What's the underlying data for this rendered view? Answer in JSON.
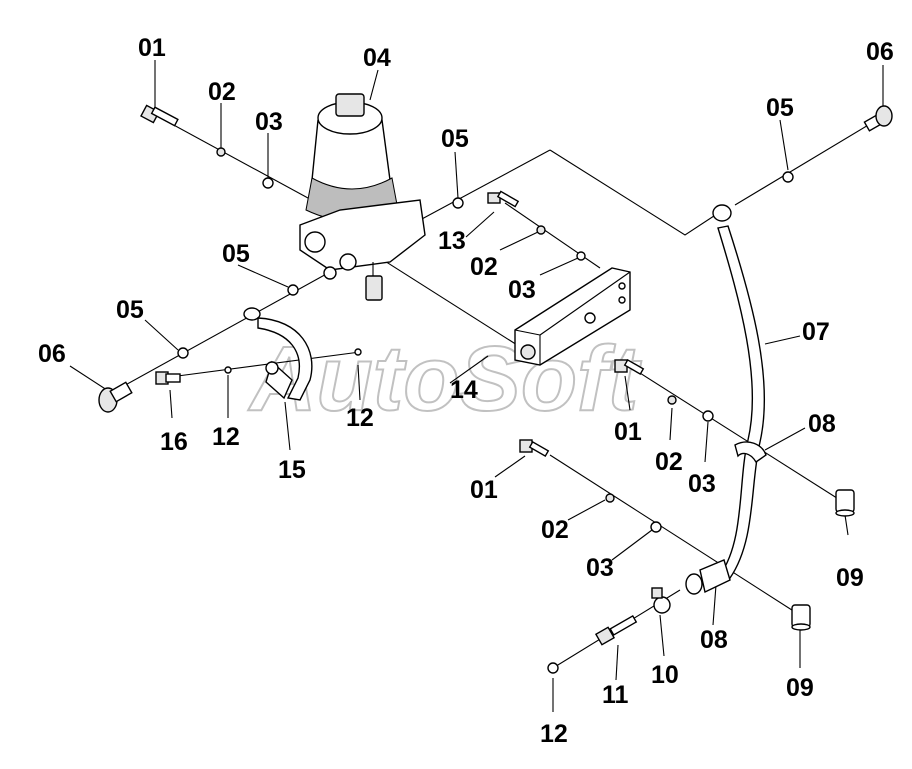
{
  "watermark": "AutoSoft",
  "labels": {
    "l01a": "01",
    "l02a": "02",
    "l03a": "03",
    "l04": "04",
    "l05a": "05",
    "l05b": "05",
    "l05c": "05",
    "l05d": "05",
    "l06a": "06",
    "l06b": "06",
    "l07": "07",
    "l13": "13",
    "l02b": "02",
    "l03b": "03",
    "l14": "14",
    "l15": "15",
    "l16": "16",
    "l12a": "12",
    "l12b": "12",
    "l01b": "01",
    "l02c": "02",
    "l03c": "03",
    "l08a": "08",
    "l09a": "09",
    "l01c": "01",
    "l02d": "02",
    "l03d": "03",
    "l08b": "08",
    "l09b": "09",
    "l10": "10",
    "l11": "11",
    "l12c": "12"
  }
}
